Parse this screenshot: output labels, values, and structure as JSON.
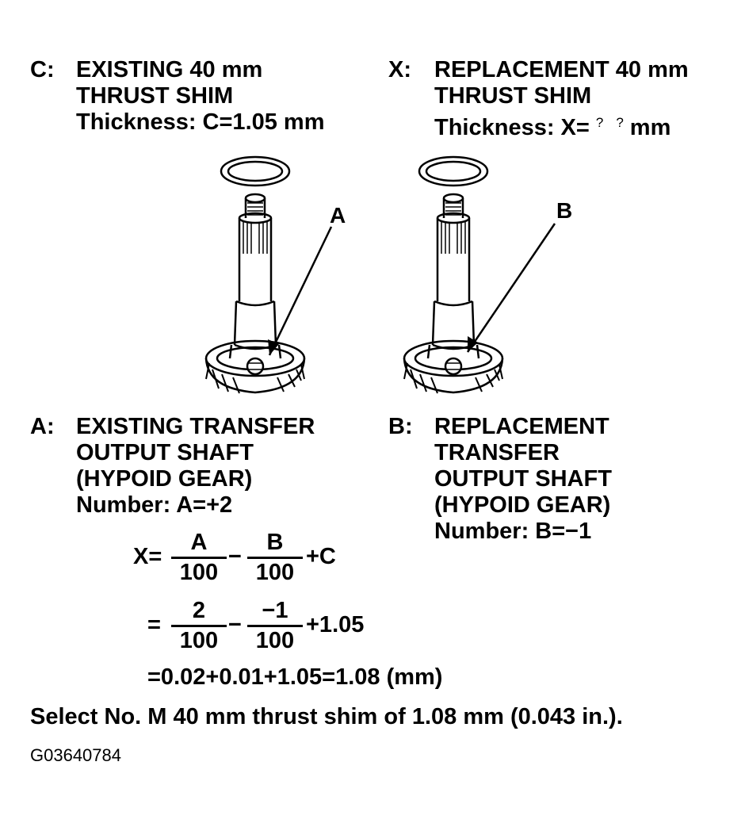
{
  "blocks": {
    "c": {
      "key": "C:",
      "lines": [
        "EXISTING 40 mm",
        "THRUST SHIM",
        "Thickness: C=1.05 mm"
      ]
    },
    "x": {
      "key": "X:",
      "line1": "REPLACEMENT 40 mm",
      "line2": "THRUST SHIM",
      "line3_prefix": "Thickness: X=",
      "q1": "?",
      "q2": "?",
      "line3_suffix": "mm"
    },
    "a": {
      "key": "A:",
      "lines": [
        "EXISTING TRANSFER",
        "OUTPUT SHAFT",
        "(HYPOID GEAR)",
        "Number: A=+2"
      ]
    },
    "b": {
      "key": "B:",
      "lines": [
        "REPLACEMENT",
        "TRANSFER",
        "OUTPUT SHAFT",
        "(HYPOID GEAR)",
        "Number: B=−1"
      ]
    }
  },
  "figure_labels": {
    "left": "A",
    "right": "B"
  },
  "formula": {
    "row1": {
      "lead": "X=",
      "f1_num": "A",
      "f1_den": "100",
      "minus": "−",
      "f2_num": "B",
      "f2_den": "100",
      "tail": "+C"
    },
    "row2": {
      "lead": "=",
      "f1_num": "2",
      "f1_den": "100",
      "minus": "−",
      "f2_num": "−1",
      "f2_den": "100",
      "tail": "+1.05"
    },
    "row3": "=0.02+0.01+1.05=1.08 (mm)"
  },
  "selection": "Select No. M 40 mm thrust shim of 1.08 mm (0.043 in.).",
  "figure_code": "G03640784"
}
